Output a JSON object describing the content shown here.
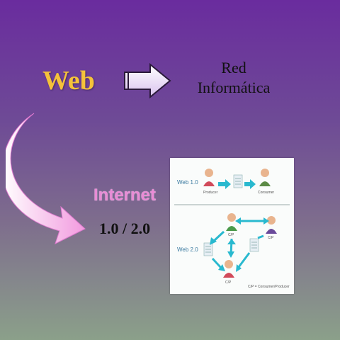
{
  "slide": {
    "title": "Web",
    "target_line1": "Red",
    "target_line2": "Informática",
    "internet": "Internet",
    "versions": "1.0 / 2.0"
  },
  "diagram": {
    "web1_label": "Web 1.0",
    "web2_label": "Web 2.0",
    "producer": "Producer",
    "consumer": "Consumer",
    "cp": "C/P",
    "legend": "C/P = Consumer/Producer"
  },
  "colors": {
    "title": "#f5c23a",
    "internet": "#e98bd6",
    "arrow_fill": "#f1c6ef",
    "cyan_arrow": "#29b9cf"
  },
  "icons": [
    "right-arrow-icon",
    "curved-arrow-icon",
    "person-icon",
    "document-icon"
  ]
}
